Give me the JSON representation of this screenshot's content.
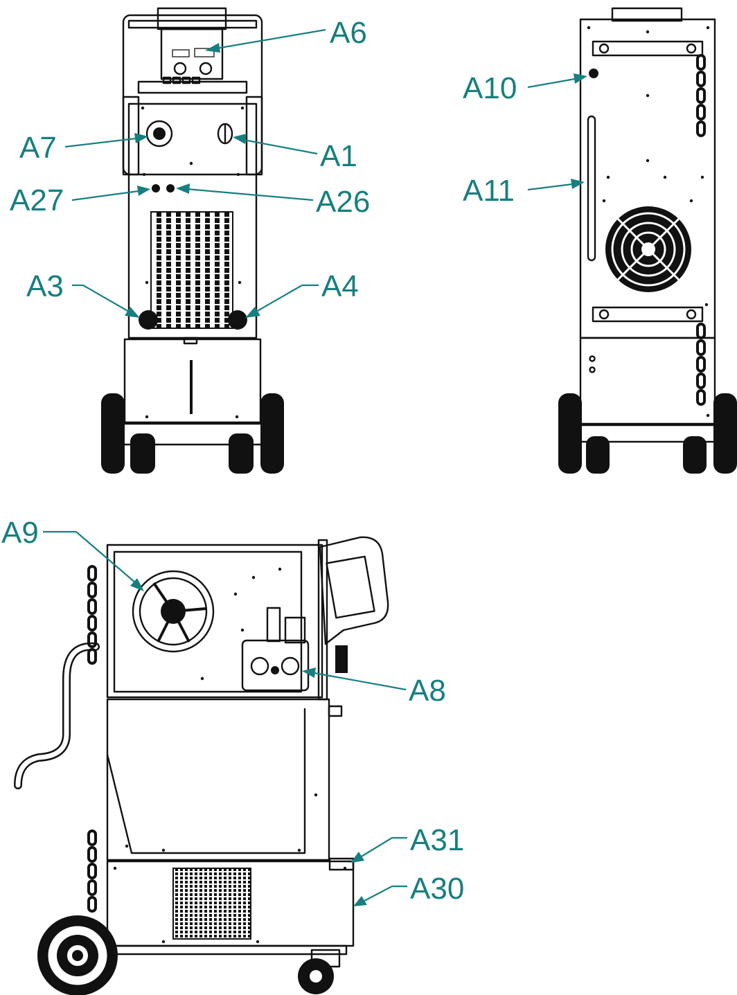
{
  "figure": {
    "callouts": [
      {
        "id": "A6",
        "label": "A6"
      },
      {
        "id": "A7",
        "label": "A7"
      },
      {
        "id": "A1",
        "label": "A1"
      },
      {
        "id": "A27",
        "label": "A27"
      },
      {
        "id": "A26",
        "label": "A26"
      },
      {
        "id": "A3",
        "label": "A3"
      },
      {
        "id": "A4",
        "label": "A4"
      },
      {
        "id": "A10",
        "label": "A10"
      },
      {
        "id": "A11",
        "label": "A11"
      },
      {
        "id": "A9",
        "label": "A9"
      },
      {
        "id": "A8",
        "label": "A8"
      },
      {
        "id": "A31",
        "label": "A31"
      },
      {
        "id": "A30",
        "label": "A30"
      }
    ],
    "colors": {
      "callout": "#177f7f",
      "drawing": "#111111",
      "background": "#ffffff"
    }
  }
}
